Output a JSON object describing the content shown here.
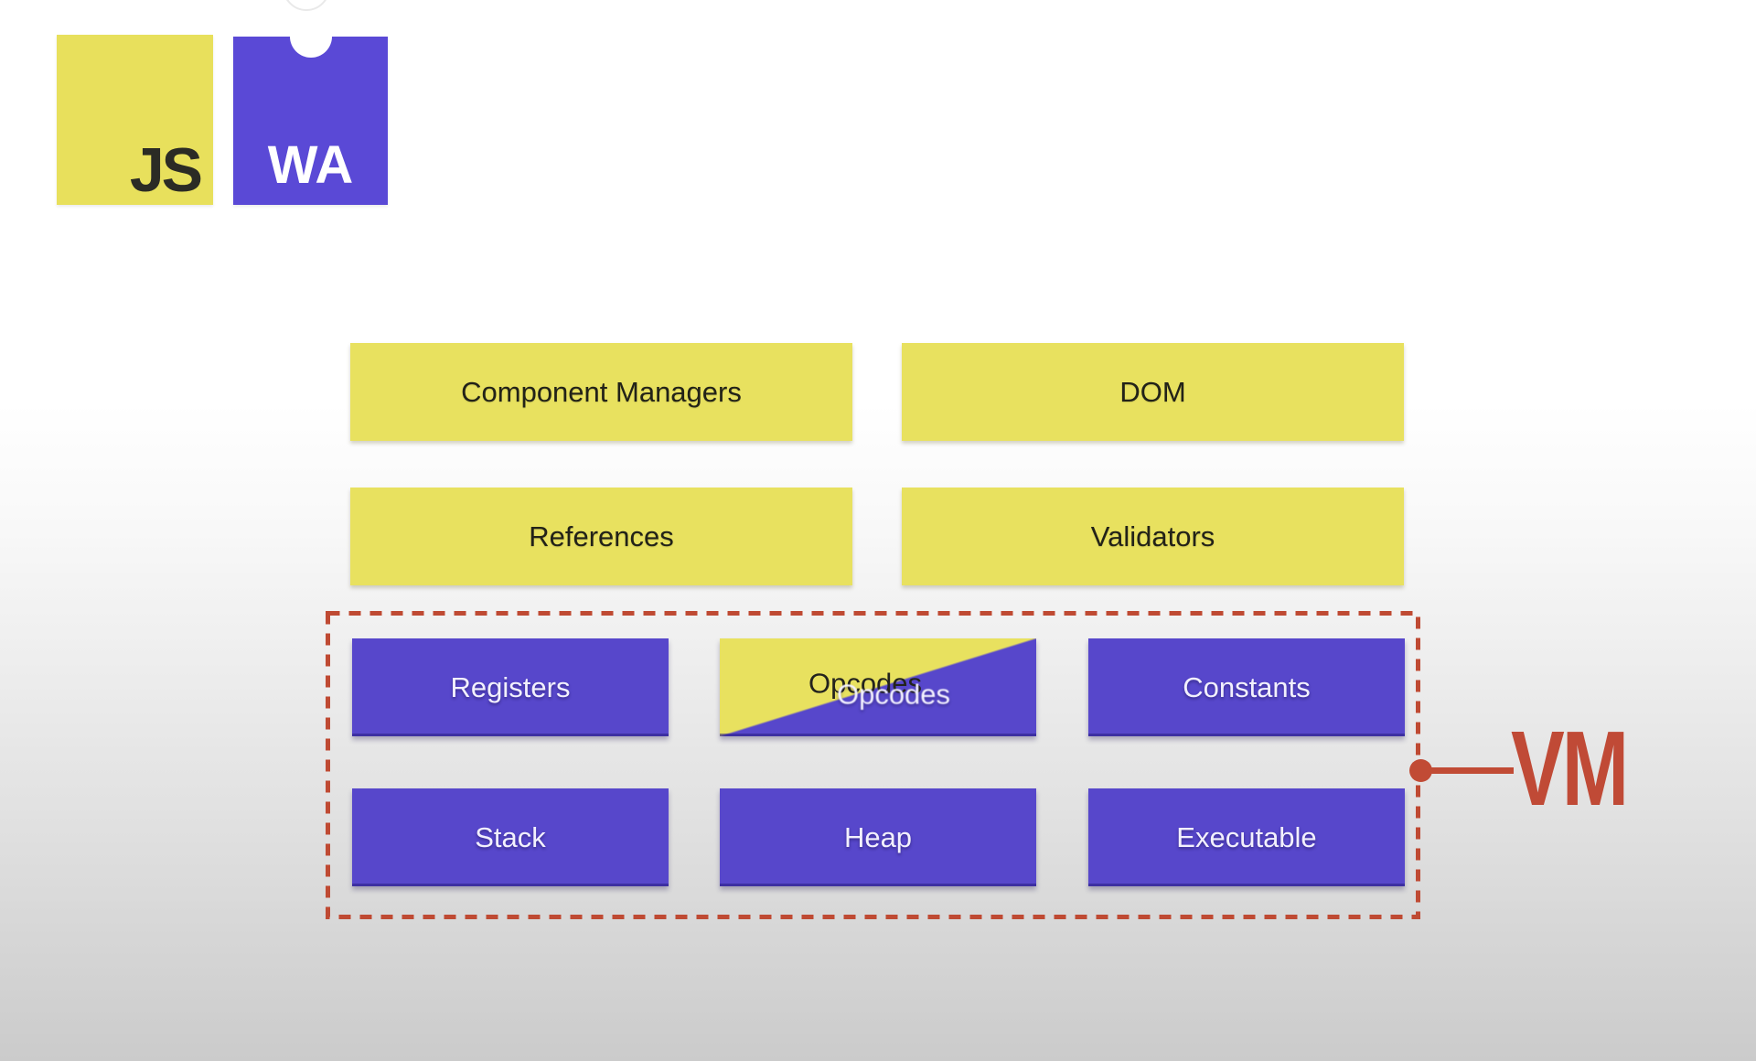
{
  "page": {
    "kind": "architecture-diagram-slide",
    "background_top": "#ffffff",
    "background_bottom": "#cbcbcb"
  },
  "logos": {
    "js": {
      "label": "JS",
      "bg_color": "#e8e05c",
      "text_color": "#2b2b25"
    },
    "wasm": {
      "label": "WA",
      "bg_color": "#5a49d6",
      "text_color": "#ffffff"
    }
  },
  "colors": {
    "js_box_fill": "#e8e15f",
    "js_box_text": "#222218",
    "vm_box_fill": "#5747cb",
    "vm_box_text": "#f2f0fd",
    "vm_accent_red": "#bf4a33"
  },
  "diagram": {
    "js_boxes": [
      {
        "id": "component-managers",
        "label": "Component Managers"
      },
      {
        "id": "dom",
        "label": "DOM"
      },
      {
        "id": "references",
        "label": "References"
      },
      {
        "id": "validators",
        "label": "Validators"
      }
    ],
    "vm_group": {
      "label": "VM",
      "border_color": "#bf4a33",
      "boxes": [
        {
          "id": "registers",
          "label": "Registers"
        },
        {
          "id": "opcodes",
          "label": "Opcodes",
          "note": "diagonal yellow/purple split, double-exposed label"
        },
        {
          "id": "constants",
          "label": "Constants"
        },
        {
          "id": "stack",
          "label": "Stack"
        },
        {
          "id": "heap",
          "label": "Heap"
        },
        {
          "id": "executable",
          "label": "Executable"
        }
      ]
    }
  }
}
